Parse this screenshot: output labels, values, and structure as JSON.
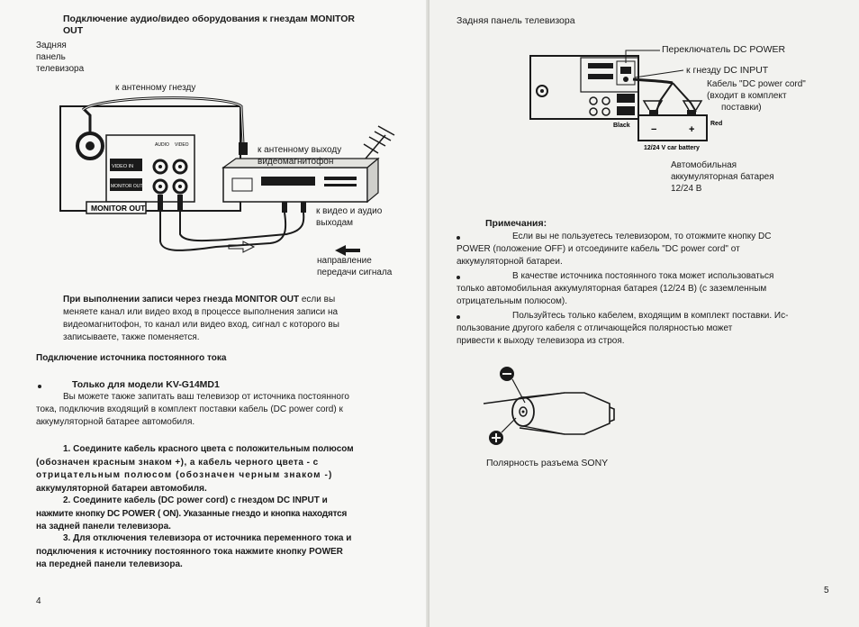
{
  "left": {
    "heading_line1": "Подключение аудио/видео оборудования к гнездам MONITOR",
    "heading_line2": "OUT",
    "rear_panel_label": [
      "Задняя",
      "панель",
      "телевизора"
    ],
    "antenna_socket_label": "к антенному гнезду",
    "audio_label": "AUDIO",
    "video_label": "VIDEO",
    "video_in_label": "VIDEO IN",
    "monitor_out_small": "MONITOR OUT",
    "monitor_out_box": "MONITOR OUT",
    "vcr_antenna_out_label": [
      "к антенному выходу",
      "видеомагнитофон"
    ],
    "av_out_label": [
      "к видео и аудио",
      "выходам"
    ],
    "signal_direction_label": [
      "направление",
      "передачи сигнала"
    ],
    "recording_note_lines": [
      [
        "При выполнении записи через гнезда MONITOR OUT",
        " если вы"
      ],
      [
        "меняете канал или видео вход в процессе выполнения записи на",
        ""
      ],
      [
        "видеомагнитофон, то канал или видео вход, сигнал с которого вы",
        ""
      ],
      [
        "записываете, также поменяется.",
        ""
      ]
    ],
    "dc_section_title": "Подключение источника постоянного тока",
    "model_only": "Только для модели KV-G14MD1",
    "intro_lines": [
      "Вы можете также запитать ваш телевизор от источника постоянного",
      "тока, подключив входящий в комплект поставки кабель (DC power cord) к",
      "аккумуляторной батарее автомобиля."
    ],
    "step1_lines": [
      "1. Соедините кабель красного цвета с положительным полюсом",
      "(обозначен красным знаком +), а кабель черного цвета - с",
      "отрицательным полюсом (обозначен черным знаком -)",
      "аккумуляторной батареи автомобиля."
    ],
    "step2_lines": [
      "2. Соедините кабель (DC power cord) с гнездом DC INPUT и",
      "нажмите кнопку DC POWER ( ON). Указанные гнездо и кнопка находятся",
      "на задней панели телевизора."
    ],
    "step3_lines": [
      "3. Для отключения телевизора от источника переменного тока и",
      "подключения к источнику постоянного тока нажмите кнопку POWER",
      "на передней панели телевизора."
    ],
    "page_number": "4"
  },
  "right": {
    "rear_panel_label": "Задняя панель телевизора",
    "dc_power_switch_label": "Переключатель DC POWER",
    "dc_input_label": "к гнезду DC INPUT",
    "cable_label": [
      "Кабель \"DC power cord\"",
      "(входит в комплект",
      "поставки)"
    ],
    "black_label": "Black",
    "red_label": "Red",
    "battery_small_label": "12/24 V car battery",
    "battery_label": [
      "Автомобильная",
      "аккумуляторная батарея",
      "12/24 В"
    ],
    "notes_title": "Примечания:",
    "note1_lines": [
      "Если вы не пользуетесь телевизором, то отожмите кнопку DC",
      "POWER (положение OFF) и отсоедините кабель \"DC power cord\" от",
      "аккумуляторной батареи."
    ],
    "note2_lines": [
      "В качестве источника постоянного тока может использоваться",
      "только автомобильная аккумуляторная батарея (12/24 В) (с заземленным",
      "отрицательным полюсом)."
    ],
    "note3_lines": [
      "Пользуйтесь только кабелем, входящим в комплект поставки. Ис-",
      "пользование другого кабеля с отличающейся полярностью может",
      "привести к выходу телевизора из строя."
    ],
    "polarity_label": "Полярность разъема SONY",
    "page_number": "5"
  }
}
